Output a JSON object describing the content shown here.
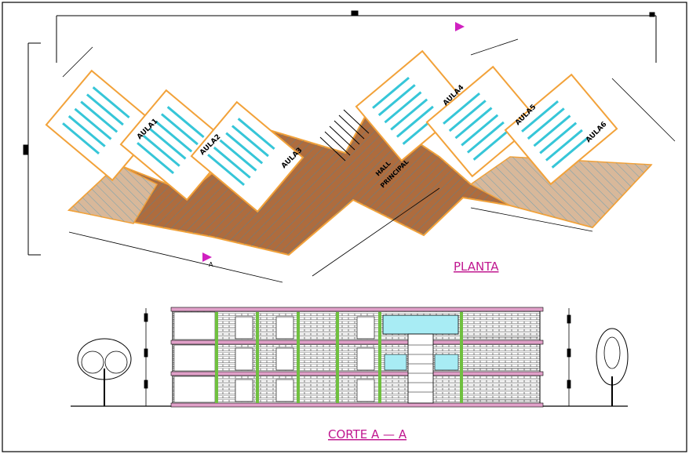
{
  "drawing": {
    "plan_title": "PLANTA",
    "section_title": "CORTE  A  —  A",
    "rooms": [
      {
        "label": "AULA1"
      },
      {
        "label": "AULA2"
      },
      {
        "label": "AULA3"
      },
      {
        "label": "AULA4"
      },
      {
        "label": "AULA5"
      },
      {
        "label": "AULA6"
      }
    ],
    "hall_label_line1": "HALL",
    "hall_label_line2": "PRINCIPAL",
    "section_marker": "A",
    "colors": {
      "line": "#000000",
      "floor_brown": "#a0521c",
      "floor_tan": "#d8b89a",
      "wall_orange": "#f2a23a",
      "desk_cyan": "#36c6d8",
      "title_magenta": "#c01890",
      "slab_pink": "#e0a0c8",
      "glass": "#a8ecf4",
      "green": "#70c040"
    }
  }
}
